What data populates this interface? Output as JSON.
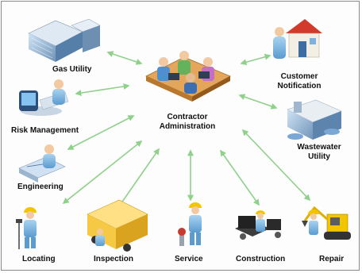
{
  "hub": {
    "id": "contractor",
    "label_line1": "Contractor",
    "label_line2": "Administration"
  },
  "nodes": [
    {
      "id": "gas",
      "label": "Gas Utility",
      "icon": "gas-utility-buildings-icon"
    },
    {
      "id": "risk",
      "label": "Risk Management",
      "icon": "risk-management-workstation-icon"
    },
    {
      "id": "engineering",
      "label": "Engineering",
      "icon": "engineer-drafting-icon"
    },
    {
      "id": "locating",
      "label": "Locating",
      "icon": "locating-worker-icon"
    },
    {
      "id": "inspection",
      "label": "Inspection",
      "icon": "inspection-truck-icon"
    },
    {
      "id": "service",
      "label": "Service",
      "icon": "service-worker-icon"
    },
    {
      "id": "construction",
      "label": "Construction",
      "icon": "construction-machinery-icon"
    },
    {
      "id": "repair",
      "label": "Repair",
      "icon": "repair-excavator-icon"
    },
    {
      "id": "customer",
      "label_line1": "Customer",
      "label_line2": "Notification",
      "icon": "customer-house-icon"
    },
    {
      "id": "wastewater",
      "label_line1": "Wastewater",
      "label_line2": "Utility",
      "icon": "wastewater-plant-icon"
    }
  ],
  "arrow_color": "#8fd08a"
}
